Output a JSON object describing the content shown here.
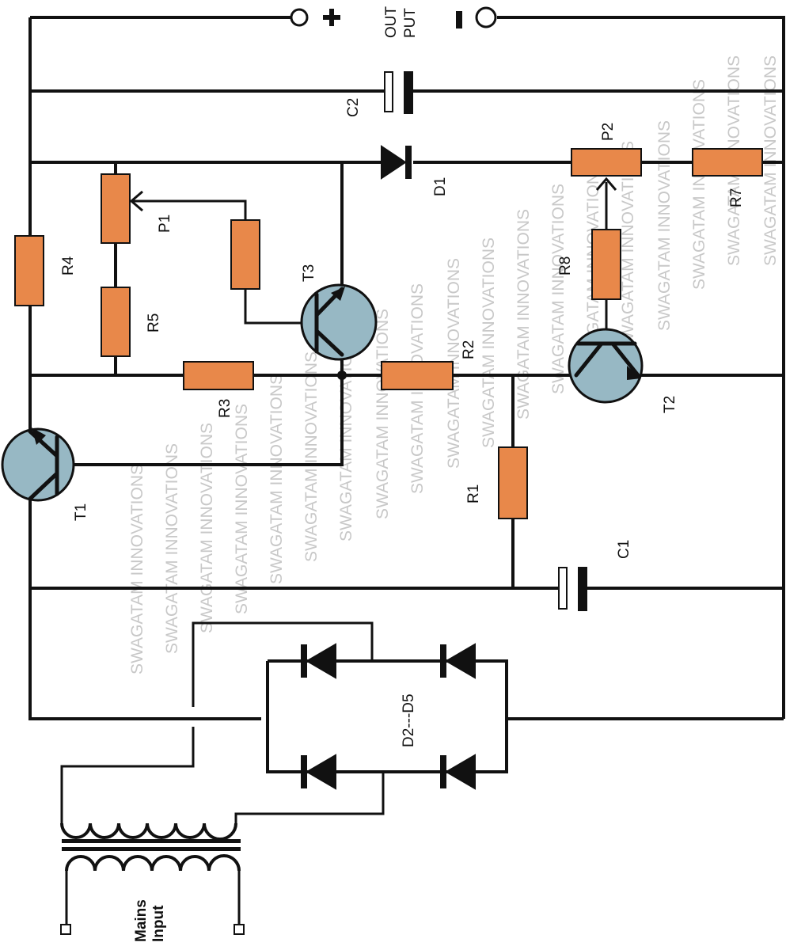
{
  "watermark": "SWAGATAM INNOVATIONS",
  "output_label_1": "OUT",
  "output_label_2": "PUT",
  "mains_label_1": "Mains",
  "mains_label_2": "Input",
  "components": {
    "c2": "C2",
    "d1": "D1",
    "p2": "P2",
    "r7": "R7",
    "r4": "R4",
    "p1": "P1",
    "r5": "R5",
    "t3": "T3",
    "r3": "R3",
    "r2": "R2",
    "r8": "R8",
    "t2": "T2",
    "t1": "T1",
    "r1": "R1",
    "c1": "C1",
    "d2_d5": "D2---D5"
  },
  "colors": {
    "resistor": "#e8884a",
    "transistor": "#97b8c4",
    "wire": "#111111",
    "watermark": "#c8c8c8"
  }
}
